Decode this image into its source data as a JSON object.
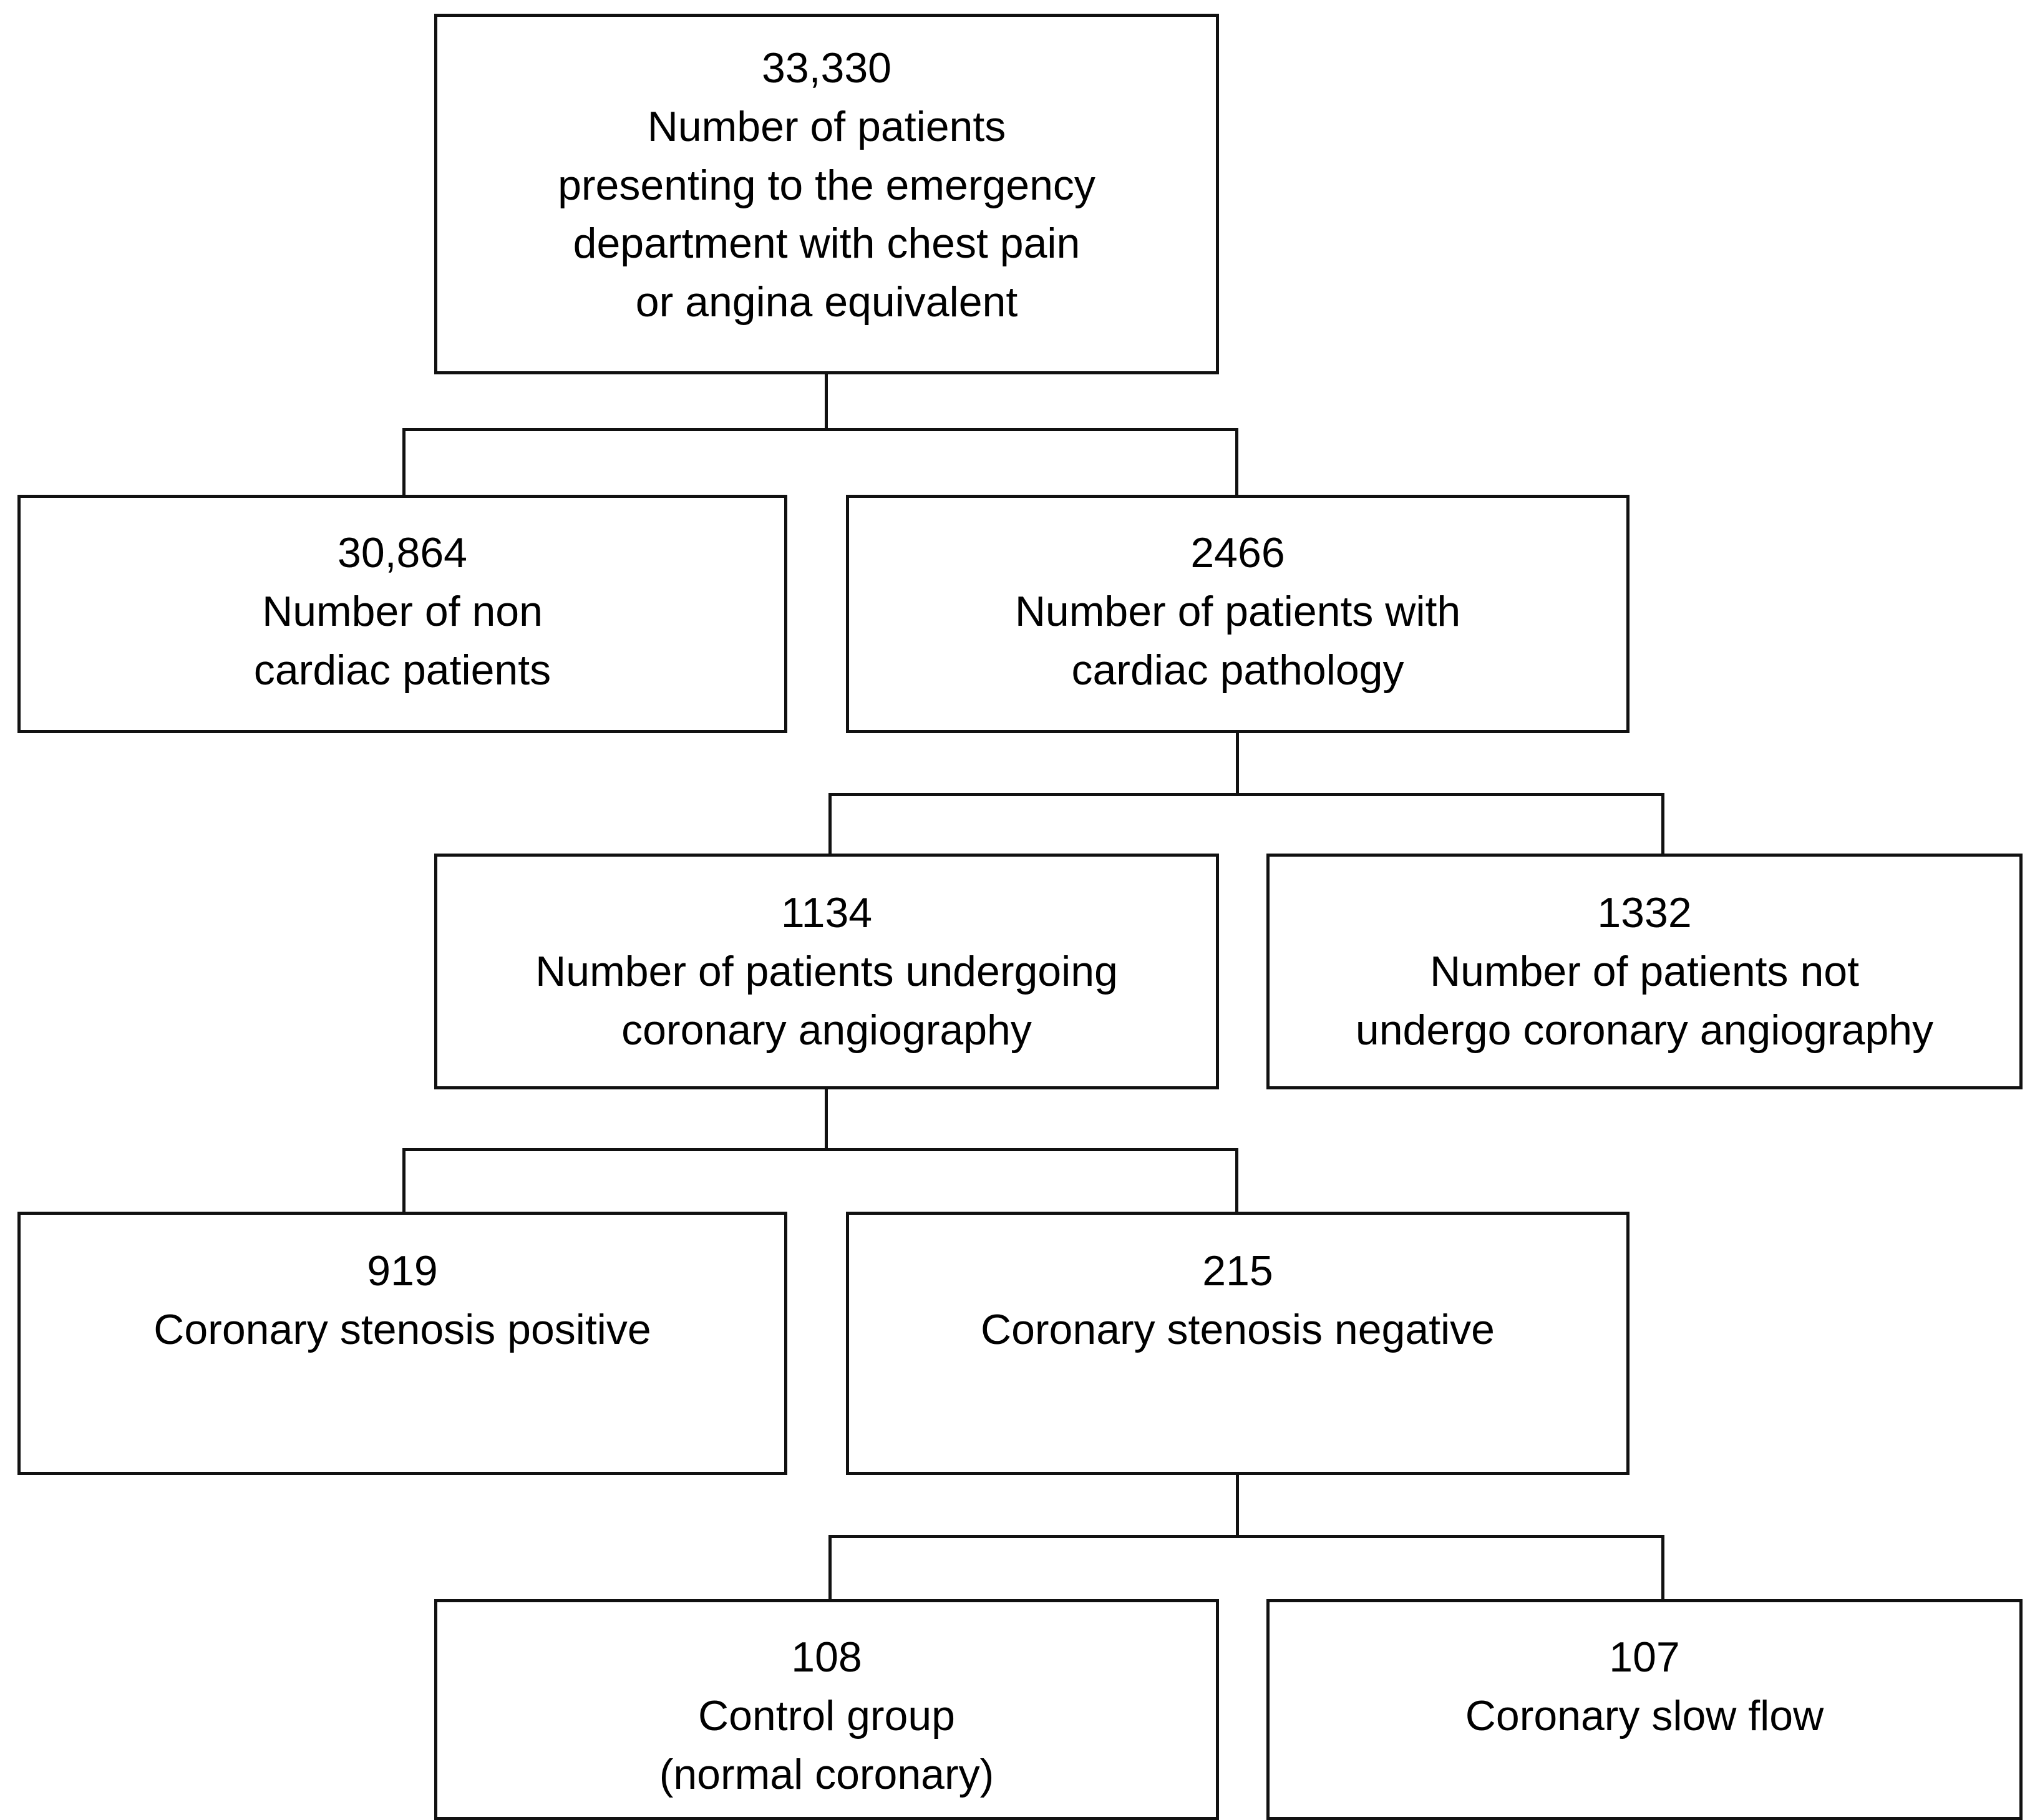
{
  "diagram": {
    "type": "patient-flow-chart",
    "nodes": [
      {
        "id": "n1",
        "count": "33,330",
        "lines": [
          "Number of patients",
          "presenting to the emergency",
          "department with chest pain",
          "or angina equivalent"
        ]
      },
      {
        "id": "n2",
        "count": "30,864",
        "lines": [
          "Number of non",
          "cardiac patients"
        ]
      },
      {
        "id": "n3",
        "count": "2466",
        "lines": [
          "Number of patients with",
          "cardiac pathology"
        ]
      },
      {
        "id": "n4",
        "count": "1134",
        "lines": [
          "Number of patients undergoing",
          "coronary angiography"
        ]
      },
      {
        "id": "n5",
        "count": "1332",
        "lines": [
          "Number of patients not",
          "undergo coronary angiography"
        ]
      },
      {
        "id": "n6",
        "count": "919",
        "lines": [
          "Coronary stenosis positive"
        ]
      },
      {
        "id": "n7",
        "count": "215",
        "lines": [
          "Coronary stenosis negative"
        ]
      },
      {
        "id": "n8",
        "count": "108",
        "lines": [
          "Control group",
          "(normal coronary)"
        ]
      },
      {
        "id": "n9",
        "count": "107",
        "lines": [
          "Coronary slow flow"
        ]
      }
    ],
    "edges": [
      {
        "from": "n1",
        "to": [
          "n2",
          "n3"
        ]
      },
      {
        "from": "n3",
        "to": [
          "n4",
          "n5"
        ]
      },
      {
        "from": "n4",
        "to": [
          "n6",
          "n7"
        ]
      },
      {
        "from": "n7",
        "to": [
          "n8",
          "n9"
        ]
      }
    ],
    "colors": {
      "stroke": "#111111",
      "background": "#ffffff",
      "text": "#000000"
    }
  }
}
